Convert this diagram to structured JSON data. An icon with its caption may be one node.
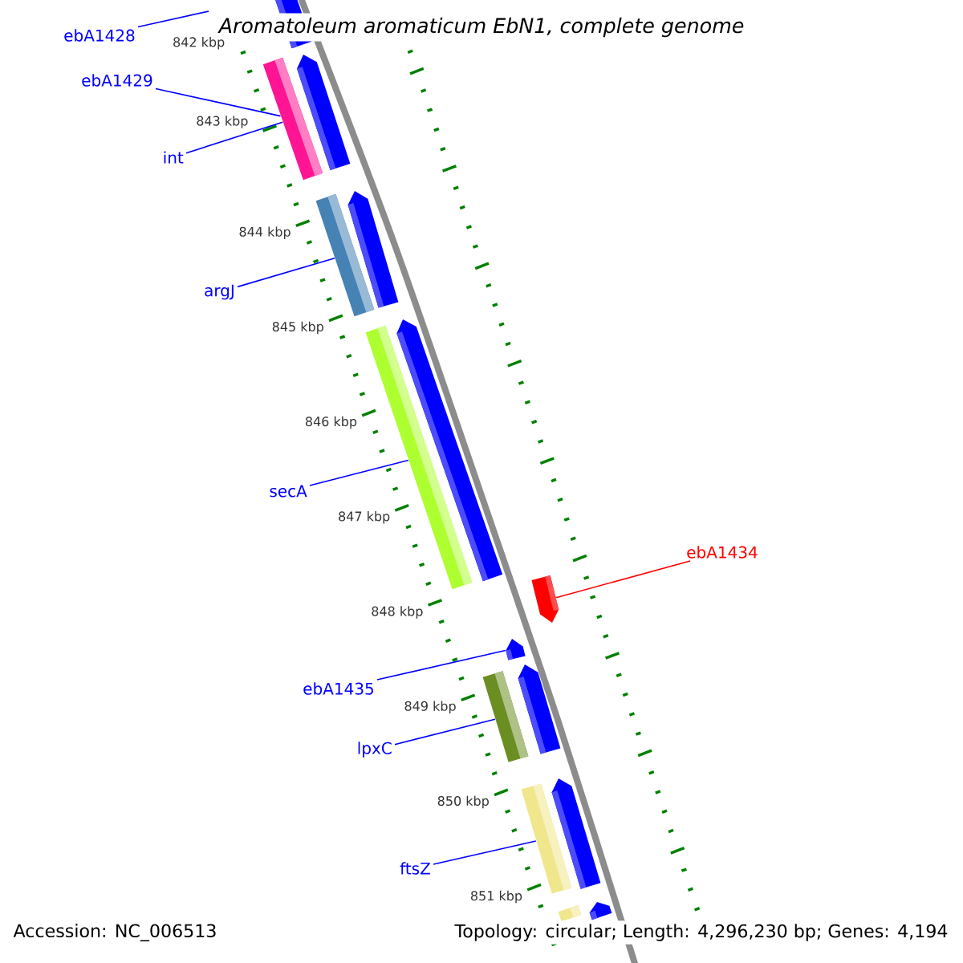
{
  "diagram": {
    "title": "Aromatoleum aromaticum EbN1, complete genome",
    "nodes": [
      {
        "text": [
          "ebA1428"
        ]
      },
      {
        "text": [
          "ebA1429"
        ]
      },
      {
        "text": [
          "int"
        ]
      },
      {
        "text": [
          "argJ"
        ]
      },
      {
        "text": [
          "secA"
        ]
      },
      {
        "text": [
          "ebA1434"
        ]
      },
      {
        "text": [
          "ebA1435"
        ]
      },
      {
        "text": [
          "lpxC"
        ]
      },
      {
        "text": [
          "ftsZ"
        ]
      },
      {
        "text": [],
        "shape": "pentagon"
      },
      {
        "text": [],
        "shape": "pentagon"
      },
      {
        "text": [],
        "shape": "bar"
      },
      {
        "text": [],
        "shape": "pentagon"
      },
      {
        "text": [],
        "shape": "bar"
      },
      {
        "text": [],
        "shape": "pentagon"
      },
      {
        "text": [],
        "shape": "bar"
      },
      {
        "text": [],
        "shape": "pentagon"
      },
      {
        "text": [],
        "shape": "pentagon"
      },
      {
        "text": [],
        "shape": "pentagon"
      },
      {
        "text": [],
        "shape": "bar"
      },
      {
        "text": [],
        "shape": "pentagon"
      },
      {
        "text": [],
        "shape": "bar"
      },
      {
        "text": [],
        "shape": "pentagon"
      },
      {
        "text": [],
        "shape": "bar"
      }
    ],
    "edges": [
      {
        "from": 0,
        "to": null,
        "arrow": "none"
      },
      {
        "from": 1,
        "to": 11,
        "arrow": "none"
      },
      {
        "from": 2,
        "to": 11,
        "arrow": "none"
      },
      {
        "from": 3,
        "to": 13,
        "arrow": "none"
      },
      {
        "from": 4,
        "to": 15,
        "arrow": "none"
      },
      {
        "from": 5,
        "to": 16,
        "arrow": "none",
        "color": "#ff0000"
      },
      {
        "from": 6,
        "to": 17,
        "arrow": "none"
      },
      {
        "from": 7,
        "to": 19,
        "arrow": "none"
      },
      {
        "from": 8,
        "to": 21,
        "arrow": "none"
      }
    ],
    "labels": [
      "842 kbp",
      "843 kbp",
      "844 kbp",
      "845 kbp",
      "846 kbp",
      "847 kbp",
      "848 kbp",
      "849 kbp",
      "850 kbp",
      "851 kbp",
      "Accession: NC_006513",
      "Topology: circular; Length: 4,296,230 bp; Genes: 4,194"
    ]
  }
}
